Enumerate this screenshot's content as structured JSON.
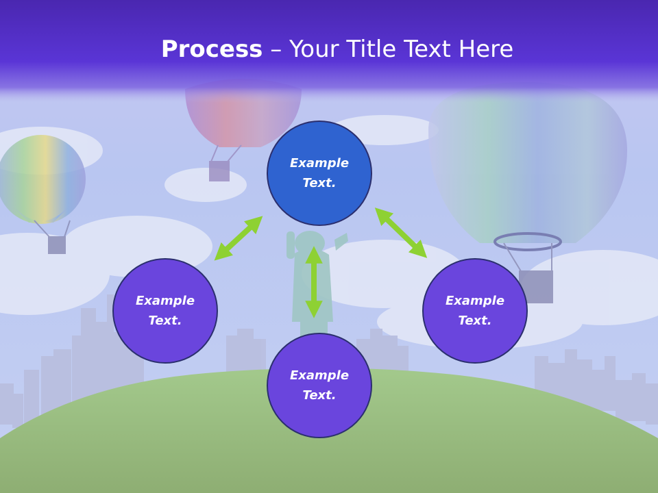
{
  "title": {
    "bold": "Process",
    "rest": " – Your Title Text Here"
  },
  "nodes": {
    "top": {
      "line1": "Example",
      "line2": "Text."
    },
    "left": {
      "line1": "Example",
      "line2": "Text."
    },
    "right": {
      "line1": "Example",
      "line2": "Text."
    },
    "bottom": {
      "line1": "Example",
      "line2": "Text."
    }
  },
  "colors": {
    "title_bar": "#4a2fc4",
    "node_primary": "#2f63d0",
    "node_secondary": "#6a45dd",
    "node_border": "#2b2f6e",
    "arrow": "#8ed133",
    "sky": "#b7c3f0",
    "grass": "#93b873"
  },
  "background": {
    "icons": [
      "hot-air-balloon-icon",
      "statue-of-liberty-icon",
      "city-skyline-icon",
      "grass-hill-icon",
      "cloud-icon"
    ]
  }
}
